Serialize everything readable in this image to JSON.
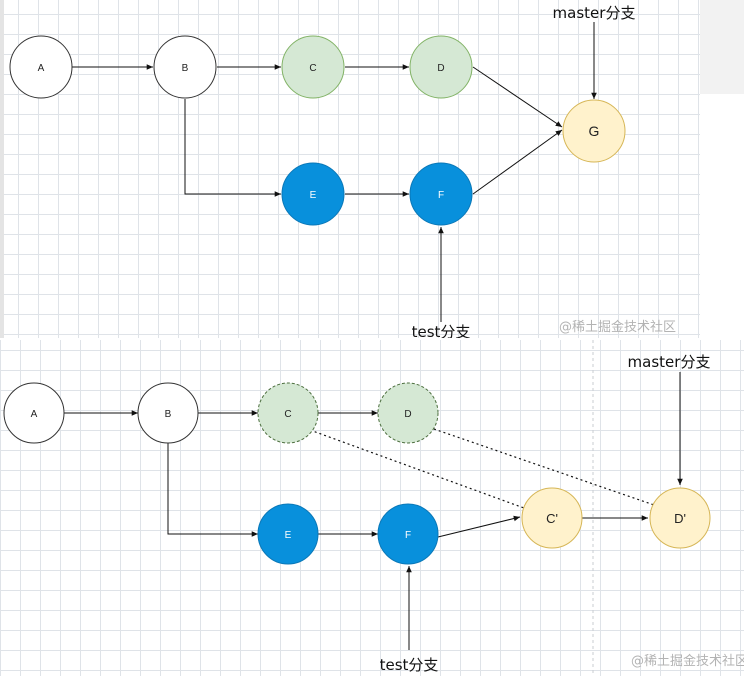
{
  "colors": {
    "plain_fill": "#ffffff",
    "green_fill": "#d5e8d4",
    "green_stroke": "#82b366",
    "blue_fill": "#0890dc",
    "yellow_fill": "#fff2cc",
    "yellow_stroke": "#d6b656"
  },
  "top": {
    "nodes": {
      "A": "A",
      "B": "B",
      "C": "C",
      "D": "D",
      "E": "E",
      "F": "F",
      "G": "G"
    },
    "master_label": "master分支",
    "test_label": "test分支",
    "watermark": "@稀土掘金技术社区"
  },
  "bottom": {
    "nodes": {
      "A": "A",
      "B": "B",
      "C": "C",
      "D": "D",
      "E": "E",
      "F": "F",
      "C2": "C'",
      "D2": "D'"
    },
    "master_label": "master分支",
    "test_label": "test分支",
    "watermark": "@稀土掘金技术社区"
  }
}
